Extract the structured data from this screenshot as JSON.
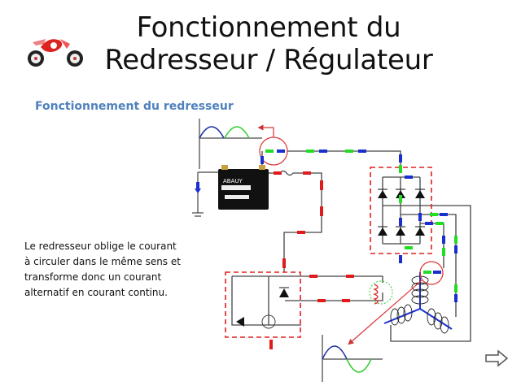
{
  "slide": {
    "title_line1": "Fonctionnement du",
    "title_line2": "Redresseur / Régulateur",
    "subtitle": "Fonctionnement du redresseur",
    "body_lines": [
      "Le redresseur oblige le courant",
      "à circuler dans le même sens et",
      "transforme donc un courant",
      "alternatif en courant continu."
    ],
    "battery_label": "ABAUY",
    "accent_color": "#4f81bd"
  },
  "diagram": {
    "colors": {
      "wire": "#444444",
      "current_red": "#e11b1b",
      "current_blue": "#1a2fd0",
      "current_green": "#22dd22",
      "dashed_box": "#e02020",
      "wave_blue": "#1a2fa0",
      "wave_green": "#33cc33"
    }
  },
  "navigation": {
    "next_icon": "next-arrow-icon"
  }
}
